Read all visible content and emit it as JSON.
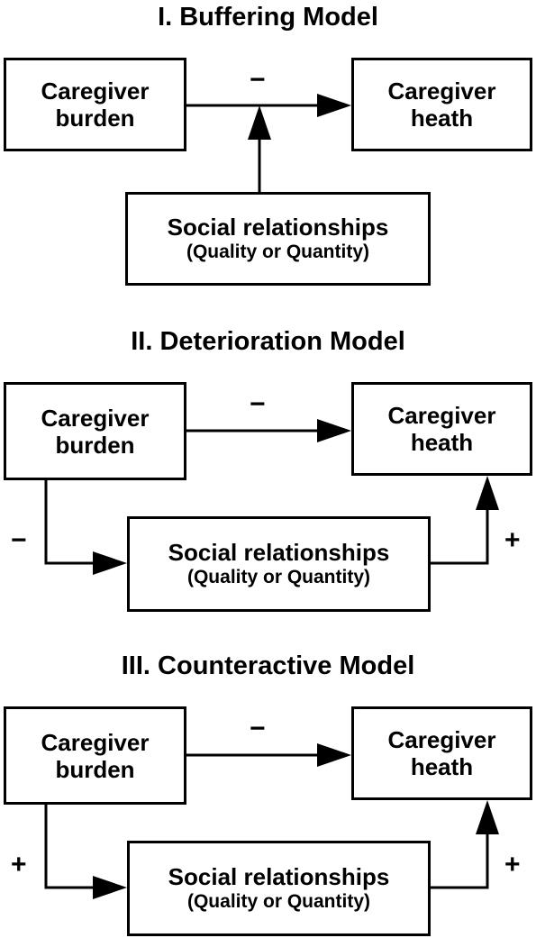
{
  "models": [
    {
      "title": "I. Buffering Model",
      "burden": [
        "Caregiver",
        "burden"
      ],
      "health": [
        "Caregiver",
        "heath"
      ],
      "social": [
        "Social relationships",
        "(Quality or Quantity)"
      ],
      "signs": {
        "direct": "−"
      }
    },
    {
      "title": "II. Deterioration Model",
      "burden": [
        "Caregiver",
        "burden"
      ],
      "health": [
        "Caregiver",
        "heath"
      ],
      "social": [
        "Social relationships",
        "(Quality or Quantity)"
      ],
      "signs": {
        "direct": "−",
        "burden_to_social": "−",
        "social_to_health": "+"
      }
    },
    {
      "title": "III. Counteractive Model",
      "burden": [
        "Caregiver",
        "burden"
      ],
      "health": [
        "Caregiver",
        "heath"
      ],
      "social": [
        "Social relationships",
        "(Quality or Quantity)"
      ],
      "signs": {
        "direct": "−",
        "burden_to_social": "+",
        "social_to_health": "+"
      }
    }
  ]
}
